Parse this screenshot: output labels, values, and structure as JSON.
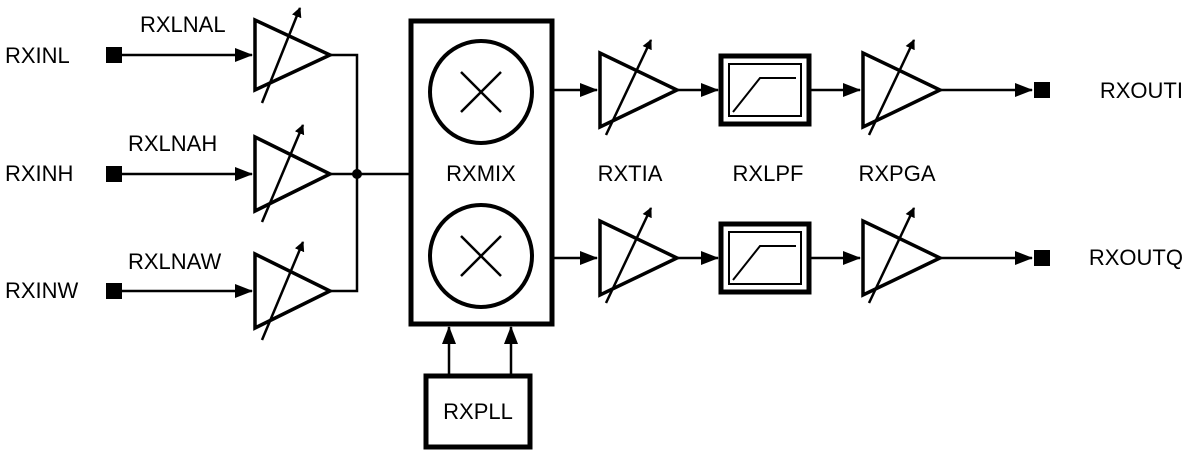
{
  "inputs": {
    "l": "RXINL",
    "h": "RXINH",
    "w": "RXINW"
  },
  "lna": {
    "l": "RXLNAL",
    "h": "RXLNAH",
    "w": "RXLNAW"
  },
  "mixer": "RXMIX",
  "pll": "RXPLL",
  "tia": "RXTIA",
  "lpf": "RXLPF",
  "pga": "RXPGA",
  "outputs": {
    "i": "RXOUTI",
    "q": "RXOUTQ"
  },
  "colors": {
    "stroke": "#000000",
    "background": "#ffffff"
  }
}
